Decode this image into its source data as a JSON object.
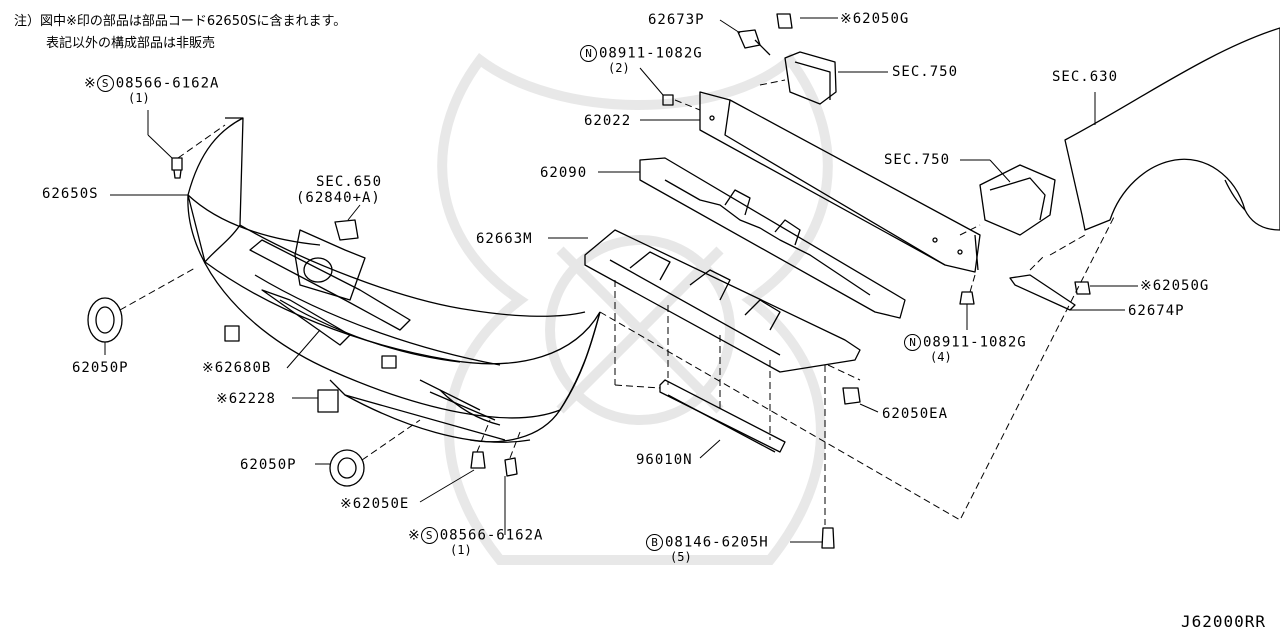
{
  "notes": {
    "line1": "注）図中※印の部品は部品コード62650Sに含まれます。",
    "line2": "表記以外の構成部品は非販売"
  },
  "labels": {
    "p62650S": "62650S",
    "p62050P_a": "62050P",
    "p62050P_b": "62050P",
    "p62680B": "※62680B",
    "p62228": "※62228",
    "p62050E": "※62050E",
    "p08566_top": "08566-6162A",
    "p08566_top_prefix": "※",
    "p08566_top_qty": "(1)",
    "p08566_bot": "08566-6162A",
    "p08566_bot_prefix": "※",
    "p08566_bot_qty": "(1)",
    "sec650": "SEC.650",
    "sec650_sub": "(62840+A)",
    "p62673P": "62673P",
    "p62050G_top": "※62050G",
    "p08911_top": "08911-1082G",
    "p08911_top_qty": "(2)",
    "sec750_a": "SEC.750",
    "sec750_b": "SEC.750",
    "sec630": "SEC.630",
    "p62022": "62022",
    "p62090": "62090",
    "p62663M": "62663M",
    "p62050G_bot": "※62050G",
    "p62674P": "62674P",
    "p08911_bot": "08911-1082G",
    "p08911_bot_qty": "(4)",
    "p62050EA": "62050EA",
    "p96010N": "96010N",
    "p08146": "08146-6205H",
    "p08146_qty": "(5)"
  },
  "circle_letters": {
    "S": "S",
    "N": "N",
    "B": "B"
  },
  "footer": "J62000RR"
}
